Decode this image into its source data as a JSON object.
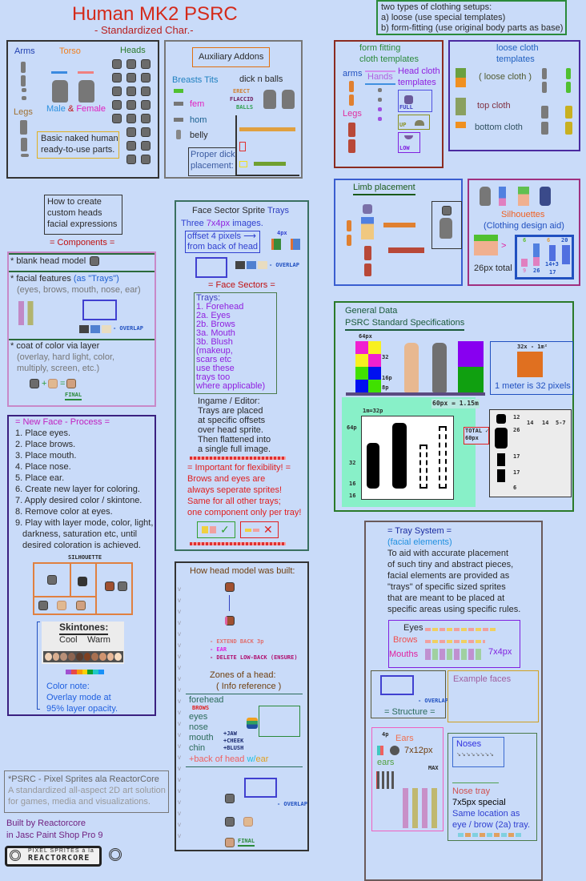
{
  "title": "Human MK2 PSRC",
  "subtitle": "- Standardized Char.-",
  "clothing_setups": {
    "line1": "two types of clothing setups:",
    "line2": "a) loose (use special templates)",
    "line3": "b) form-fitting (use original body parts as base)"
  },
  "base_parts": {
    "arms": "Arms",
    "torso": "Torso",
    "heads": "Heads",
    "legs": "Legs",
    "male": "Male",
    "amp": "&",
    "female": "Female",
    "note1": "Basic naked human",
    "note2": "ready-to-use parts."
  },
  "aux": {
    "title": "Auxiliary Addons",
    "breasts": "Breasts Tits",
    "dick": "dick n balls",
    "fem": "fem",
    "hom": "hom",
    "belly": "belly",
    "erect": "ERECT",
    "flaccid": "FLACCID",
    "balls": "BALLS",
    "placement1": "Proper dick",
    "placement2": "placement:"
  },
  "form_fitting": {
    "title1": "form fitting",
    "title2": "cloth templates",
    "arms": "arms",
    "hands": "Hands",
    "head1": "Head cloth",
    "head2": "templates",
    "legs": "Legs",
    "full": "FULL",
    "up": "UP",
    "low": "LOW"
  },
  "loose": {
    "title1": "loose cloth",
    "title2": "templates",
    "loose": "( loose cloth )",
    "top": "top cloth",
    "bottom": "bottom cloth"
  },
  "howto": {
    "line1": "How to create",
    "line2": "custom heads",
    "line3": "facial expressions"
  },
  "components": {
    "header": "= Components =",
    "blank": "* blank head model",
    "facial": "* facial features",
    "trays": "(as \"Trays\")",
    "facial_list": "(eyes, brows, mouth, nose, ear)",
    "overlap": "- OVERLAP",
    "coat": "* coat of color via layer",
    "coat2": "(overlay, hard light, color,",
    "coat3": "multiply, screen, etc.)",
    "final": "FINAL"
  },
  "face_sector": {
    "title": "Face Sector Sprite",
    "trays": "Trays",
    "three": "Three",
    "size": "7x4px",
    "images": "images.",
    "offset1": "offset 4 pixels ⟶",
    "offset2": "from back of head",
    "px4": "4px",
    "overlap": "- OVERLAP",
    "sectors": "= Face Sectors =",
    "tray_list": [
      "Trays:",
      "1. Forehead",
      "2a. Eyes",
      "2b. Brows",
      "3a. Mouth",
      "3b. Blush",
      "(makeup,",
      "scars etc",
      "use these",
      "trays too",
      "where applicable)"
    ],
    "ingame": [
      "Ingame / Editor:",
      "Trays are placed",
      "at specific offsets",
      "over head sprite.",
      "Then flattened into",
      "a single full image."
    ],
    "important": [
      "= Important for flexibility! =",
      "Brows and eyes are",
      "always seperate sprites!",
      "Same for all other trays;",
      "one component only per tray!"
    ]
  },
  "new_face": {
    "header": "= New Face - Process =",
    "steps": [
      "1. Place eyes.",
      "2. Place brows.",
      "3. Place mouth.",
      "4. Place nose.",
      "5. Place ear.",
      "6. Create new layer for coloring.",
      "7. Apply desired color / skintone.",
      "8. Remove color at eyes.",
      "9. Play with layer mode, color, light,",
      "darkness, saturation etc, until",
      "desired coloration is achieved."
    ],
    "silhouette": "SILHOUETTE",
    "skintones": "Skintones:",
    "cool": "Cool",
    "warm": "Warm",
    "note": [
      "Color note:",
      "Overlay mode at",
      "95% layer opacity."
    ],
    "cool_colors": [
      "#f0d2b8",
      "#d8ae90",
      "#b89078",
      "#8c6450",
      "#5c3c2c"
    ],
    "warm_colors": [
      "#804020",
      "#a87050",
      "#d09470",
      "#e8b898",
      "#f8dcc0"
    ],
    "spectrum": [
      "#a050d0",
      "#e84848",
      "#f89808",
      "#f8d008",
      "#10a030",
      "#20c8c8",
      "#1890f8"
    ]
  },
  "limb": {
    "title": "Limb placement"
  },
  "silhouettes": {
    "title": "Silhouettes",
    "subtitle": "(Clothing design aid)",
    "total": "26px total",
    "n6a": "6",
    "n9": "9",
    "n26": "26",
    "n6b": "6",
    "n14": "14+3",
    "n17": "17",
    "n20": "20"
  },
  "general": {
    "title": "General Data",
    "subtitle": "PSRC Standard Specifications",
    "px64": "64px",
    "n32": "32",
    "n16": "16p",
    "n8": "8p",
    "meter_label": "32x - 1m²",
    "meter": "1 meter is 32 pixels",
    "ratio": "60px = 1.15m",
    "m32": "1m=32p",
    "p64": "64p",
    "s32": "32",
    "s16a": "16",
    "s16b": "16",
    "total": "TOTAL ✓",
    "total2": "60px",
    "c12": "12",
    "c26": "26",
    "c17a": "17",
    "c17b": "17",
    "c6": "6",
    "c14a": "14",
    "c14b": "14",
    "c57": "5-7"
  },
  "head_built": {
    "title": "How head model was built:",
    "extend": "- EXTEND BACK 3p",
    "ear": "- EAR",
    "delete": "- DELETE LOW-BACK (ENSURE)",
    "zones": "Zones of a head:",
    "info": "( Info reference )",
    "forehead": "forehead",
    "brows": "BROWS",
    "eyes": "eyes",
    "nose": "nose",
    "mouth": "mouth",
    "chin": "chin",
    "jaw": "+JAW",
    "cheek": "+CHEEK",
    "blush": "+BLUSH",
    "back": "+back of head",
    "w": "w/",
    "earw": "ear",
    "overlap": "- OVERLAP",
    "final": "FINAL"
  },
  "tray_system": {
    "title": "= Tray System =",
    "sub": "(facial elements)",
    "desc": [
      "To aid with accurate placement",
      "of such tiny and abstract pieces,",
      "facial elements are provided as",
      "\"trays\" of specific sized sprites",
      "that are meant to be placed at",
      "specific areas using specific rules."
    ],
    "eyes": "Eyes",
    "brows": "Brows",
    "mouths": "Mouths",
    "size": "7x4px",
    "structure": "= Structure =",
    "overlap": "- OVERLAP",
    "examples": "Example faces",
    "ears": "Ears",
    "ears_size": "7x12px",
    "ears2": "ears",
    "max": "MAX",
    "px4": "4p",
    "noses": "Noses",
    "nose_tray": "Nose tray",
    "nose_size": "7x5px special",
    "same1": "Same location as",
    "same2": "eye / brow (2a) tray."
  },
  "footer": {
    "psrc": "*PSRC - Pixel Sprites ala ReactorCore",
    "desc1": "A standardized all-aspect 2D art solution",
    "desc2": "for games, media and visualizations.",
    "built1": "Built by Reactorcore",
    "built2": "in Jasc Paint Shop Pro 9",
    "logo_small": "PIXEL SPRITES à la",
    "logo_big": "REACTORCORE"
  }
}
